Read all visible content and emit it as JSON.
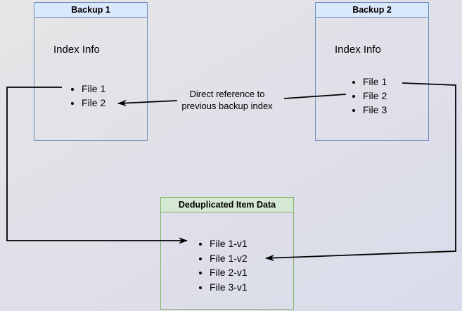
{
  "diagram": {
    "backup1": {
      "title": "Backup 1",
      "section_label": "Index Info",
      "items": [
        "File 1",
        "File 2"
      ]
    },
    "backup2": {
      "title": "Backup 2",
      "section_label": "Index Info",
      "items": [
        "File 1",
        "File 2",
        "File 3"
      ]
    },
    "dedup": {
      "title": "Deduplicated Item Data",
      "items": [
        "File 1-v1",
        "File 1-v2",
        "File 2-v1",
        "File 3-v1"
      ]
    },
    "annotation": {
      "line1": "Direct reference to",
      "line2": "previous backup index"
    },
    "colors": {
      "blue_header": "#dae8fc",
      "blue_border": "#6c8ebf",
      "green_header": "#d5e8d4",
      "green_border": "#82b366",
      "edge_color": "#000000",
      "canvas_bg_start": "#e6e5e7",
      "canvas_bg_end": "#d9dcec"
    }
  }
}
